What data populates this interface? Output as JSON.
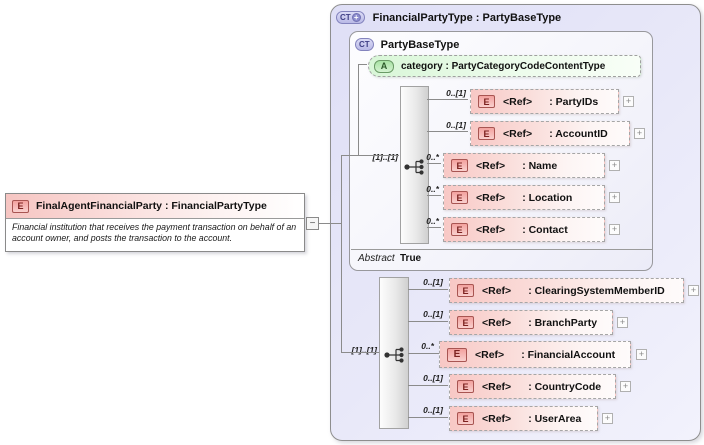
{
  "icons": {
    "element": "E",
    "attribute": "A",
    "complex_type": "CT",
    "derived_badge": "+",
    "expand": "+",
    "collapse": "−"
  },
  "left_element": {
    "title": "FinalAgentFinancialParty : FinancialPartyType",
    "description": "Financial institution that receives the payment transaction on behalf of an account owner, and posts the transaction to the account."
  },
  "type_box": {
    "title": "FinancialPartyType : PartyBaseType",
    "base_type": {
      "title": "PartyBaseType",
      "attribute": {
        "label": "category : PartyCategoryCodeContentType"
      },
      "group": {
        "cardinality": "[1]..[1]"
      },
      "elements": [
        {
          "cardinality": "0..[1]",
          "ref": "<Ref>",
          "name": ": PartyIDs"
        },
        {
          "cardinality": "0..[1]",
          "ref": "<Ref>",
          "name": ": AccountID"
        },
        {
          "cardinality": "0..*",
          "ref": "<Ref>",
          "name": ": Name"
        },
        {
          "cardinality": "0..*",
          "ref": "<Ref>",
          "name": ": Location"
        },
        {
          "cardinality": "0..*",
          "ref": "<Ref>",
          "name": ": Contact"
        }
      ],
      "footer": {
        "label": "Abstract",
        "value": "True"
      }
    },
    "extension": {
      "group": {
        "cardinality": "[1]..[1]"
      },
      "elements": [
        {
          "cardinality": "0..[1]",
          "ref": "<Ref>",
          "name": ": ClearingSystemMemberID"
        },
        {
          "cardinality": "0..[1]",
          "ref": "<Ref>",
          "name": ": BranchParty"
        },
        {
          "cardinality": "0..*",
          "ref": "<Ref>",
          "name": ": FinancialAccount"
        },
        {
          "cardinality": "0..[1]",
          "ref": "<Ref>",
          "name": ": CountryCode"
        },
        {
          "cardinality": "0..[1]",
          "ref": "<Ref>",
          "name": ": UserArea"
        }
      ]
    }
  }
}
